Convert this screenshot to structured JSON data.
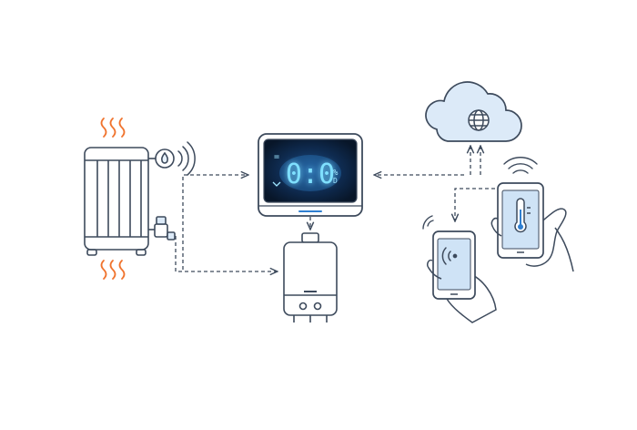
{
  "diagram": {
    "thermostat": {
      "display": "0:0",
      "unit": "%",
      "unit_sub": "D",
      "mode_mark": "="
    },
    "colors": {
      "line": "#3d4a5c",
      "heat": "#f0732d",
      "accent": "#2f7fd1",
      "screen": "#0b1d33",
      "glow": "#57c8ff",
      "cloud": "#dceaf8"
    },
    "components": [
      "radiator",
      "thermostat",
      "boiler",
      "cloud",
      "phone-left",
      "phone-right"
    ],
    "icons": [
      "heat-waves",
      "water-drop-valve",
      "wireless-signal",
      "globe",
      "thermometer",
      "wifi"
    ]
  }
}
